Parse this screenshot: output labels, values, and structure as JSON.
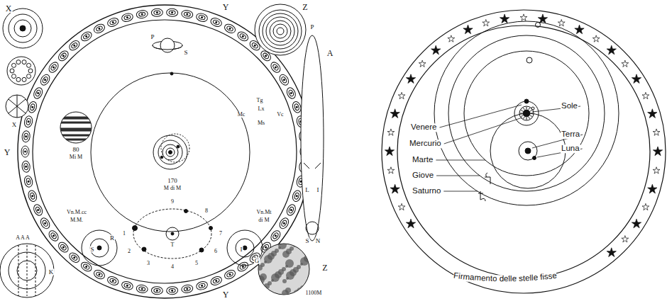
{
  "diagram": {
    "labels": [
      "X",
      "Y",
      "Z",
      "Y",
      "Y",
      "Z",
      "X",
      "P",
      "S",
      "80",
      "Mi M",
      "170",
      "M di M",
      "Vn.M.cc",
      "M.M.",
      "Vn.Mt",
      "di M",
      "Mc",
      "Tg",
      "Lx",
      "Vc",
      "Ms",
      "A",
      "P",
      "L",
      "I",
      "S",
      "N",
      "S",
      "R",
      "I",
      "G",
      "1100M",
      "K",
      "A A A",
      "1",
      "2",
      "3",
      "4",
      "5",
      "6",
      "7",
      "8",
      "9",
      "T",
      "Venere",
      "Mercurio",
      "Marte",
      "Giove",
      "Saturno",
      "Sole",
      "Terra",
      "Luna",
      "Firmamento delle stelle fisse"
    ]
  }
}
